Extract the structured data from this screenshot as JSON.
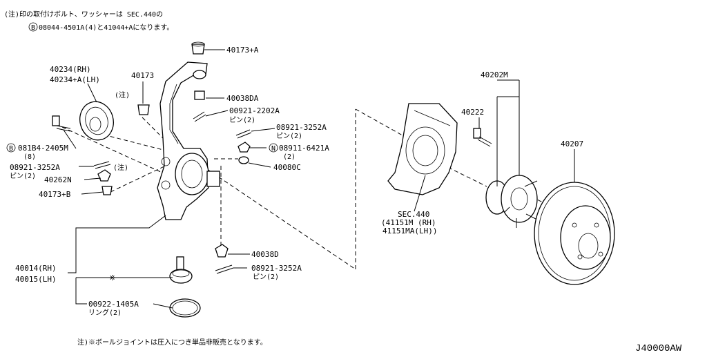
{
  "header": {
    "note_line1": "(注)印の取付けボルト、ワッシャーは SEC.440の",
    "note_line2_prefix": "B",
    "note_line2": "08044-4501A(4)と41044+Aになります。"
  },
  "footer": {
    "note": "注)※ボールジョイントは圧入につき単品非販売となります。",
    "drawing_code": "J40000AW"
  },
  "labels": {
    "p40173a": "40173+A",
    "p40234_rh": "40234(RH)",
    "p40234_lh": "40234+A(LH)",
    "p40173": "40173",
    "chu1": "(注)",
    "p40038da": "40038DA",
    "p00921_a": "00921-2202A",
    "pin2_a": "ピン(2)",
    "p08921_top": "08921-3252A",
    "pin2_top": "ピン(2)",
    "n_mark": "N",
    "p08911": "08911-6421A",
    "p08911_qty": "(2)",
    "p40080c": "40080C",
    "b_mark": "B",
    "p081b4": "081B4-2405M",
    "p081b4_qty": "(8)",
    "p08921_left": "08921-3252A",
    "pin2_left": "ピン(2)",
    "chu2": "(注)",
    "p40262n": "40262N",
    "p40173b": "40173+B",
    "p40038d": "40038D",
    "p08921_bot": "08921-3252A",
    "pin2_bot": "ピン(2)",
    "p40014": "40014(RH)",
    "p40015": "40015(LH)",
    "kome": "※",
    "p00922": "00922-1405A",
    "ring2": "リング(2)",
    "sec440": "SEC.440",
    "p41151m": "(41151M (RH)",
    "p41151ma": "41151MA(LH))",
    "p40202m": "40202M",
    "p40222": "40222",
    "p40207": "40207"
  }
}
